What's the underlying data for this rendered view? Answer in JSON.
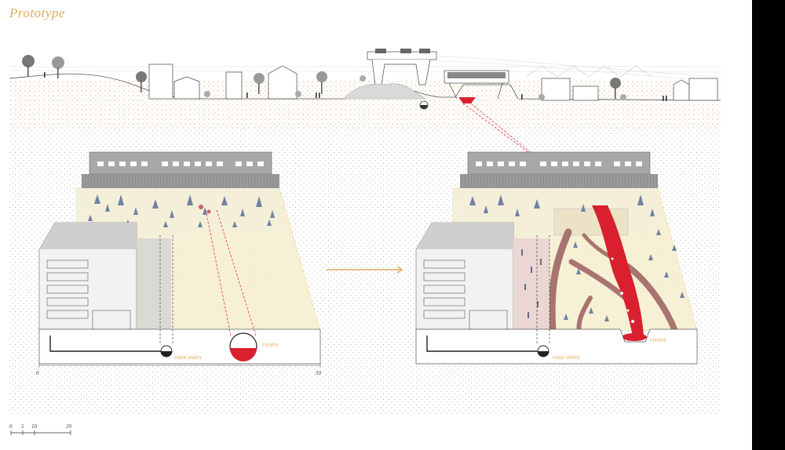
{
  "title": "Prototype",
  "labels": {
    "eaux_usees_before": "eaux usées",
    "riviere_before": "rivière",
    "eaux_usees_after": "eaux usées",
    "riviere_after": "rivière"
  },
  "section_axis": {
    "start": "0",
    "end": "50"
  },
  "scale_bar": {
    "ticks": [
      "0",
      "5",
      "10",
      "20"
    ]
  },
  "colors": {
    "accent": "#e0ac5c",
    "river_red": "#d8202f",
    "path_brown": "#a87470",
    "plant_blue": "#5a6f9c",
    "soil_dots": "#d9c6a0",
    "earth_dots": "#c9c9c9",
    "building_grey": "#c8c8c8"
  }
}
